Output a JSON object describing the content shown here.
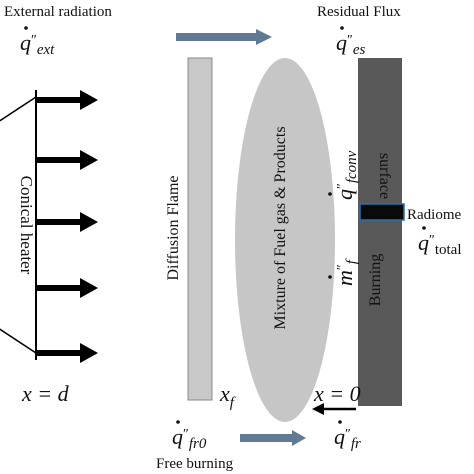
{
  "labels": {
    "external_radiation": "External radiation",
    "residual_flux": "Residual Flux",
    "conical_heater": "Conical heater",
    "diffusion_flame": "Diffusion Flame",
    "mixture": "Mixture of Fuel gas & Products",
    "surface": "surface",
    "burning": "Burning",
    "radiometer": "Radiome",
    "free_burning": "Free burning"
  },
  "symbols": {
    "q_ext": {
      "base": "q",
      "prime": "″",
      "sub": "ext"
    },
    "q_es": {
      "base": "q",
      "prime": "″",
      "sub": "es"
    },
    "q_fconv": {
      "base": "q",
      "prime": "″",
      "sub": "fconv"
    },
    "m_f": {
      "base": "m",
      "prime": "″",
      "sub": "f"
    },
    "q_total": {
      "base": "q",
      "prime": "″",
      "sub": "total"
    },
    "q_fr0": {
      "base": "q",
      "prime": "″",
      "sub": "fr0"
    },
    "q_fr": {
      "base": "q",
      "prime": "″",
      "sub": "fr"
    },
    "x_d": "x = d",
    "x_f": {
      "base": "x",
      "sub": "f"
    },
    "x_0": "x = 0"
  },
  "colors": {
    "heater_arrow": "#000000",
    "flux_arrow": "#5f7a92",
    "flame_bar_fill": "#c8c8c8",
    "flame_bar_stroke": "#8a8a8a",
    "ellipse": "#c6c6c6",
    "surface_wall": "#595959",
    "radiometer": "#0a0a0a",
    "radiometer_stroke": "#2f6fa8"
  },
  "icons": {
    "heater_arrows": "right-arrow",
    "flux_arrows": "right-arrow",
    "x0_arrow": "left-arrow"
  }
}
